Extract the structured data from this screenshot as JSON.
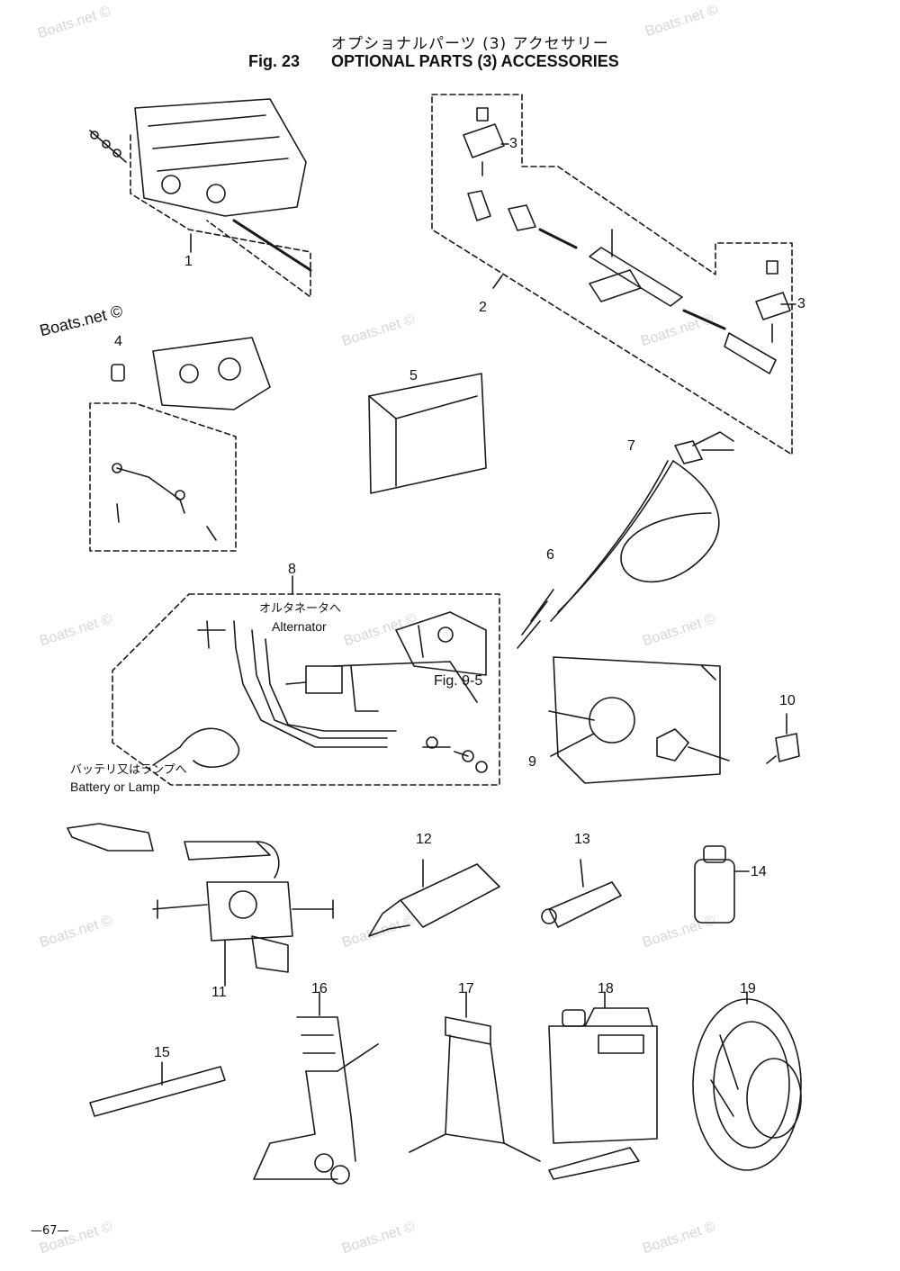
{
  "header": {
    "japanese_title": "オプショナルパーツ (3) アクセサリー",
    "figure_number": "Fig. 23",
    "title": "OPTIONAL PARTS (3) ACCESSORIES"
  },
  "watermarks": {
    "text": "Boats.net ©",
    "prominent": "Boats.net ©"
  },
  "callouts": [
    "1",
    "2",
    "3",
    "3",
    "4",
    "5",
    "6",
    "7",
    "8",
    "9",
    "10",
    "11",
    "12",
    "13",
    "14",
    "15",
    "16",
    "17",
    "18",
    "19"
  ],
  "notes": {
    "alternator_jp": "オルタネータへ",
    "alternator_en": "Alternator",
    "figure_ref": "Fig. 9-5",
    "battery_jp": "バッテリ又はランプへ",
    "battery_en": "Battery or Lamp"
  },
  "footer": {
    "page_number": "—67—"
  },
  "colors": {
    "line": "#1a1a1a",
    "watermark": "#d6d6d6",
    "background": "#ffffff"
  }
}
